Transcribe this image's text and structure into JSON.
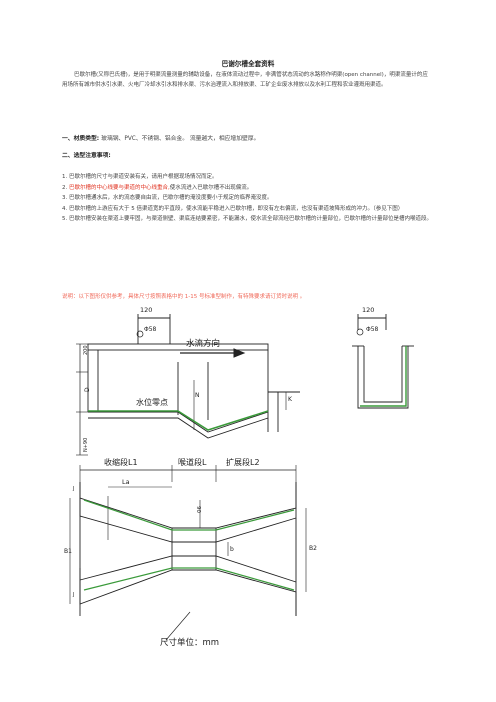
{
  "doc": {
    "title": "巴谢尔槽全套资料",
    "intro": "巴歇尔槽(又称巴氏槽)，是用于明渠流量测量的辅助设备，在液体流动过程中，非满管状态流动的水路称作明渠(open channel)，明渠流量计的应用场所有城市供水引水渠、火电厂冷却水引水和排水渠、污水治理流入和排放渠、工矿企业废水排放以及水利工程和农业灌溉用渠道。",
    "section1_heading": "一、材质类型:",
    "section1_text": "玻璃钢、PVC、不锈钢、铝合金。 流量越大，相应增加壁厚。",
    "section2_heading": "二、选型注意事项:",
    "items": [
      {
        "n": "1.",
        "text": "巴歇尔槽的尺寸与渠道安装有关，请用户根据现场情况而定。"
      },
      {
        "n": "2.",
        "red": "巴歇尔槽的中心线要与渠道的中心线重合,",
        "text": "使水流进入巴歇尔槽不出现偏流。"
      },
      {
        "n": "3.",
        "text": "巴歇尔槽通水后，水的流态要自由流，巴歇尔槽的淹没度要小于规定的临界淹没度。"
      },
      {
        "n": "4.",
        "text": "巴歇尔槽的上游应有大于 5 倍渠道宽的平直段，使水流能平稳进入巴歇尔槽，即没有左右偏流，也没有渠道坡降形成的冲力。（参见下图）"
      },
      {
        "n": "5.",
        "text": "巴歇尔槽安装在渠道上要牢固，与渠道侧壁、渠底连结要紧密，不能漏水，使水流全部流经巴歇尔槽的计量部位，巴歇尔槽的计量部位是槽内喉道段。"
      }
    ],
    "note": "说明：以下图形仅供参考，具体尺寸按照表格中的 1-15 号标准型制作，有特殊要求请订货时说明 。"
  },
  "drawing": {
    "dim_120_left": "120",
    "dim_phi58_left": "Φ58",
    "flow_direction": "水流方向",
    "dim_200": "200",
    "dim_D": "D",
    "dim_N": "N",
    "dim_K": "K",
    "dim_N90": "N+90",
    "water_zero": "水位零点",
    "dim_120_right": "120",
    "dim_phi58_right": "Φ58",
    "seg_contraction": "收缩段L1",
    "seg_throat": "喉道段L",
    "seg_expansion": "扩展段L2",
    "dim_La": "La",
    "dim_90": "90",
    "dim_B1": "B1",
    "dim_b": "b",
    "dim_B2": "B2",
    "dim_J": "J",
    "unit": "尺寸单位：mm"
  }
}
